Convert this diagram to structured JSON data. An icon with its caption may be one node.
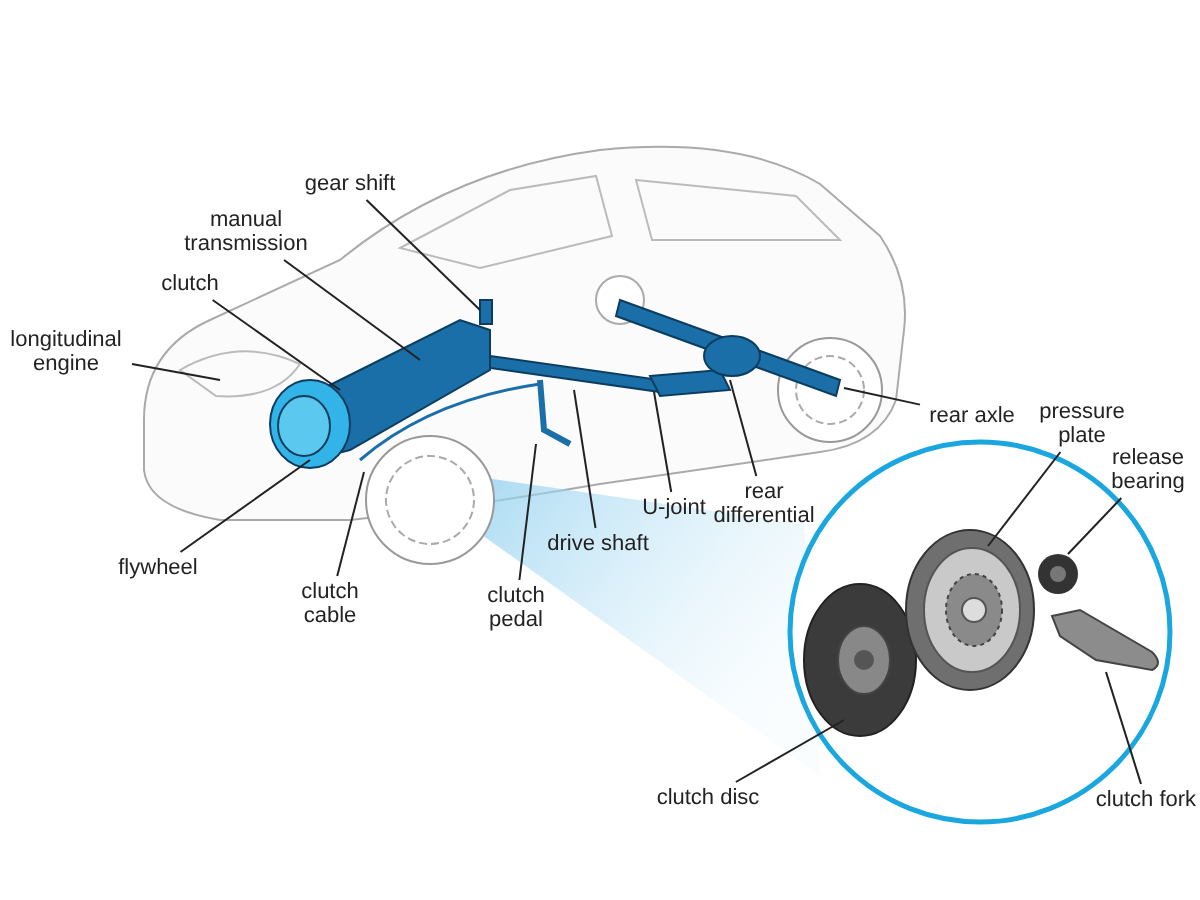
{
  "diagram": {
    "nodes": [
      {
        "text": [
          "gear shift"
        ]
      },
      {
        "text": [
          "manual transmission"
        ]
      },
      {
        "text": [
          "clutch"
        ]
      },
      {
        "text": [
          "longitudinal engine"
        ]
      },
      {
        "text": [
          "flywheel"
        ]
      },
      {
        "text": [
          "clutch cable"
        ]
      },
      {
        "text": [
          "clutch pedal"
        ]
      },
      {
        "text": [
          "drive shaft"
        ]
      },
      {
        "text": [
          "U-joint"
        ]
      },
      {
        "text": [
          "rear differential"
        ]
      },
      {
        "text": [
          "rear axle"
        ]
      },
      {
        "text": [
          "pressure plate"
        ]
      },
      {
        "text": [
          "release bearing"
        ]
      },
      {
        "text": [
          "clutch fork"
        ]
      },
      {
        "text": [
          "clutch disc"
        ]
      }
    ],
    "edges": [
      {
        "from": 0,
        "to": null,
        "arrow": "none"
      },
      {
        "from": 1,
        "to": null,
        "arrow": "none"
      },
      {
        "from": 2,
        "to": null,
        "arrow": "none"
      },
      {
        "from": 3,
        "to": null,
        "arrow": "none"
      },
      {
        "from": 4,
        "to": null,
        "arrow": "none"
      },
      {
        "from": 5,
        "to": null,
        "arrow": "none"
      },
      {
        "from": 6,
        "to": null,
        "arrow": "none"
      },
      {
        "from": 7,
        "to": null,
        "arrow": "none"
      },
      {
        "from": 8,
        "to": null,
        "arrow": "none"
      },
      {
        "from": 9,
        "to": null,
        "arrow": "none"
      },
      {
        "from": 10,
        "to": null,
        "arrow": "none"
      },
      {
        "from": 11,
        "to": null,
        "arrow": "none"
      },
      {
        "from": 12,
        "to": null,
        "arrow": "none"
      },
      {
        "from": 13,
        "to": null,
        "arrow": "none"
      },
      {
        "from": 14,
        "to": null,
        "arrow": "none"
      }
    ]
  }
}
